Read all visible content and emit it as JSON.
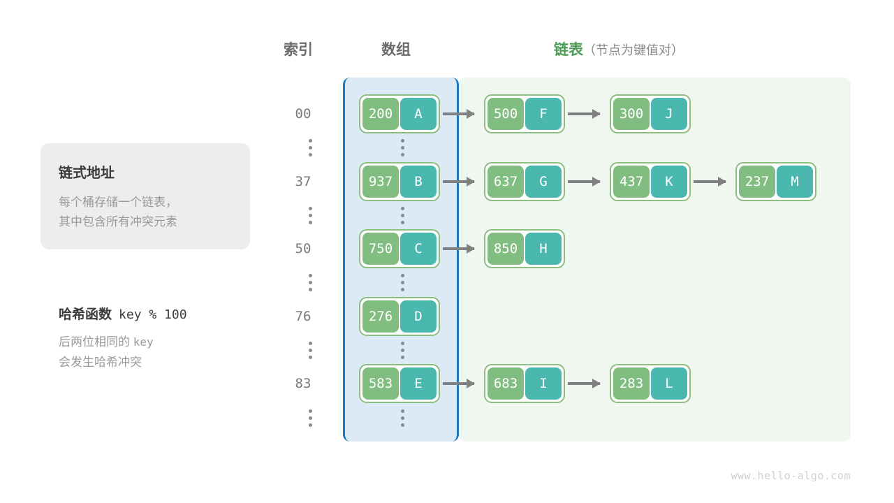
{
  "headers": {
    "index": "索引",
    "array": "数组",
    "list_main": "链表",
    "list_sub": "（节点为键值对）"
  },
  "info_card": {
    "title": "链式地址",
    "line1": "每个桶存储一个链表，",
    "line2": "其中包含所有冲突元素"
  },
  "hash_note": {
    "title": "哈希函数",
    "code": "key % 100",
    "line1_prefix": "后两位相同的",
    "line1_code": "key",
    "line2": "会发生哈希冲突"
  },
  "rows": [
    {
      "index": "00",
      "bucket": {
        "key": "200",
        "value": "A"
      },
      "chain": [
        {
          "key": "500",
          "value": "F"
        },
        {
          "key": "300",
          "value": "J"
        }
      ]
    },
    {
      "index": "37",
      "bucket": {
        "key": "937",
        "value": "B"
      },
      "chain": [
        {
          "key": "637",
          "value": "G"
        },
        {
          "key": "437",
          "value": "K"
        },
        {
          "key": "237",
          "value": "M"
        }
      ]
    },
    {
      "index": "50",
      "bucket": {
        "key": "750",
        "value": "C"
      },
      "chain": [
        {
          "key": "850",
          "value": "H"
        }
      ]
    },
    {
      "index": "76",
      "bucket": {
        "key": "276",
        "value": "D"
      },
      "chain": []
    },
    {
      "index": "83",
      "bucket": {
        "key": "583",
        "value": "E"
      },
      "chain": [
        {
          "key": "683",
          "value": "I"
        },
        {
          "key": "283",
          "value": "L"
        }
      ]
    }
  ],
  "ellipsis_rows": 5,
  "watermark": "www.hello-algo.com",
  "colors": {
    "key_cell": "#81bd81",
    "value_cell": "#4bb8b0",
    "node_border": "#8cbf7f",
    "array_panel_bg": "#dceaf6",
    "array_panel_border": "#1678c2",
    "list_panel_bg": "#f0f6f0",
    "list_header": "#4a9b54",
    "arrow": "#808080"
  }
}
